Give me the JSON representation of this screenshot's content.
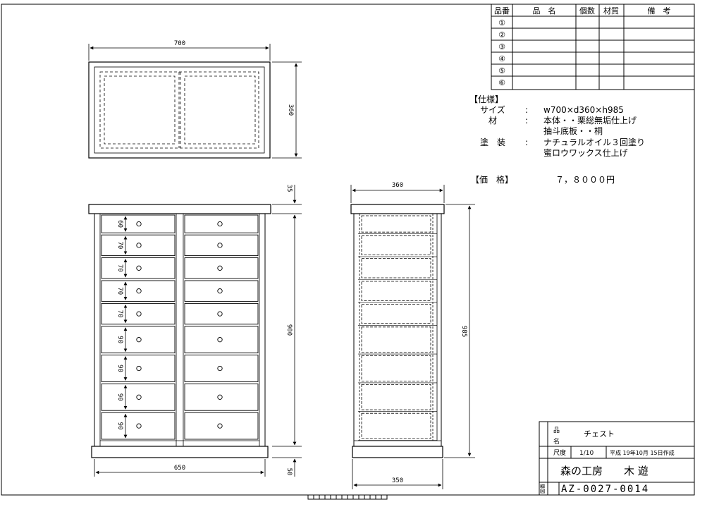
{
  "parts_table": {
    "headers": [
      "品番",
      "品　名",
      "個数",
      "材質",
      "備　考"
    ],
    "rows": [
      "①",
      "②",
      "③",
      "④",
      "⑤",
      "⑥"
    ]
  },
  "spec": {
    "heading": "【仕様】",
    "lines": [
      {
        "label": "サイズ",
        "sep": ":",
        "value": "w700×d360×h985"
      },
      {
        "label": "材",
        "sep": ":",
        "value": "本体・・栗総無垢仕上げ"
      },
      {
        "label": "",
        "sep": "",
        "value": "抽斗底板・・桐"
      },
      {
        "label": "塗　装",
        "sep": ":",
        "value": "ナチュラルオイル３回塗り"
      },
      {
        "label": "",
        "sep": "",
        "value": "蜜ロウワックス仕上げ"
      }
    ],
    "price_label": "【価　格】",
    "price_value": "７，８０００円"
  },
  "dimensions": {
    "top_width": "700",
    "top_depth": "360",
    "front_top_thickness": "35",
    "front_body_height": "900",
    "front_base_height": "50",
    "front_base_width": "650",
    "side_top_depth": "360",
    "side_total_height": "985",
    "side_base_depth": "350",
    "drawer_heights": [
      "60",
      "70",
      "70",
      "70",
      "70",
      "90",
      "90",
      "90",
      "90"
    ]
  },
  "title_block": {
    "name_label_1": "品",
    "name_label_2": "名",
    "name_value": "チェスト",
    "scale_label": "尺度",
    "scale_value": "1/10",
    "date_text": "平成 19年10月 15日作成",
    "maker": "森の工房　　木 遊",
    "drawing_no_label": "図番",
    "drawing_no": "AZ-0027-0014"
  }
}
